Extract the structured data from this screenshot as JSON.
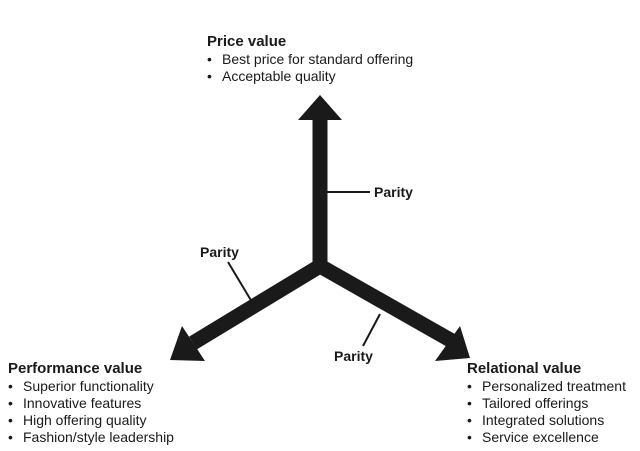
{
  "colors": {
    "arrow": "#1a1a1a",
    "text": "#1a1a1a",
    "background": "#ffffff"
  },
  "price": {
    "title": "Price value",
    "items": [
      "Best price for standard offering",
      "Acceptable quality"
    ]
  },
  "performance": {
    "title": "Performance value",
    "items": [
      "Superior functionality",
      "Innovative features",
      "High offering quality",
      "Fashion/style leadership"
    ]
  },
  "relational": {
    "title": "Relational value",
    "items": [
      "Personalized treatment",
      "Tailored offerings",
      "Integrated solutions",
      "Service excellence"
    ]
  },
  "parity_labels": [
    "Parity",
    "Parity",
    "Parity"
  ]
}
